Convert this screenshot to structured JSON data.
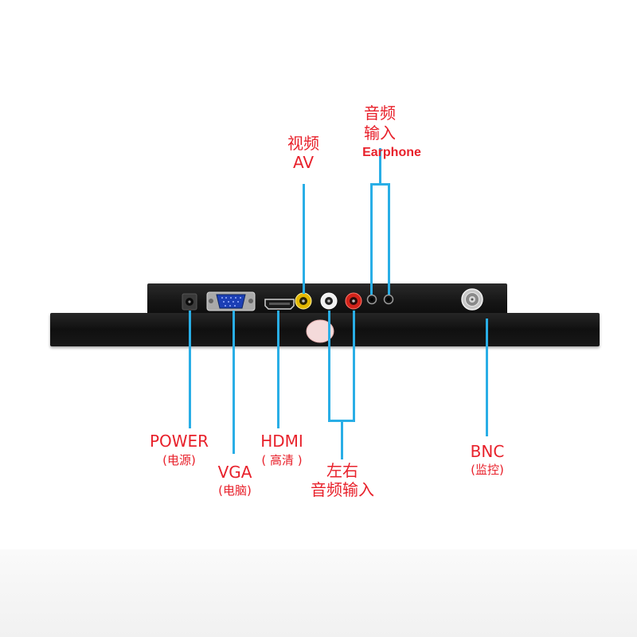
{
  "labels": {
    "av_top": "视频",
    "av_bottom": "AV",
    "audio_in_top": "音频",
    "audio_in_bottom": "输入",
    "earphone": "Earphone",
    "power": "POWER",
    "power_cn": "(电源)",
    "vga": "VGA",
    "vga_cn": "(电脑)",
    "hdmi": "HDMI",
    "hdmi_cn": "( 高清 )",
    "lr_top": "左右",
    "lr_bottom": "音频输入",
    "bnc": "BNC",
    "bnc_cn": "(监控)"
  },
  "colors": {
    "label": "#e8212b",
    "leader_line": "#29aee6",
    "panel": "#111111",
    "av_jack": "#f2c400",
    "audio_white_jack": "#f5f5f5",
    "audio_red_jack": "#d9261c",
    "background": "#ffffff"
  },
  "ports": [
    "power-jack",
    "vga-port",
    "hdmi-port",
    "av-jack",
    "audio-left-jack",
    "audio-right-jack",
    "earphone-jack-1",
    "earphone-jack-2",
    "bnc-connector"
  ]
}
